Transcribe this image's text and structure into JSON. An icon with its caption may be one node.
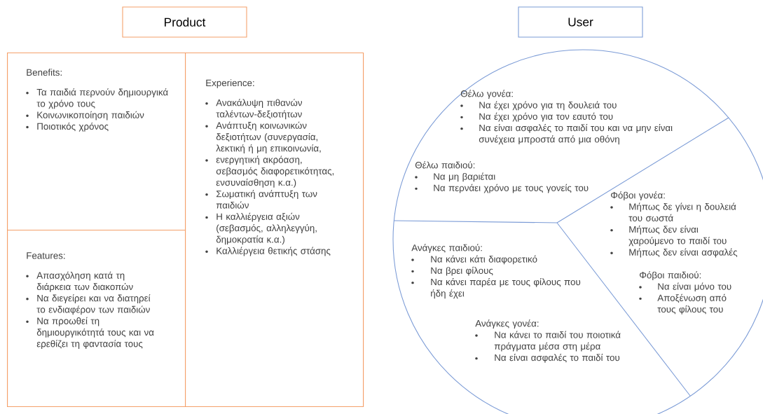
{
  "diagram": {
    "nodes": [
      {
        "text": [
          "Product"
        ]
      },
      {
        "text": [
          "User"
        ]
      },
      {
        "text": [],
        "shape": "box"
      },
      {
        "text": [
          "Benefits:",
          "Τα παιδιά περνούν δημιουργικά το χρόνο τους",
          "Κοινωνικοποίηση παιδιών",
          "Ποιοτικός χρόνος"
        ],
        "in": 2
      },
      {
        "text": [
          "Features:",
          "Απασχόληση κατά τη διάρκεια των διακοπών",
          "Να διεγείρει και να διατηρεί το ενδιαφέρον των παιδιών",
          "Να προωθεί τη δημιουργικότητά τους και να ερεθίζει τη φαντασία τους"
        ],
        "in": 2
      },
      {
        "text": [
          "Experience:",
          "Ανακάλυψη πιθανών ταλέντων-δεξιοτήτων",
          "Ανάπτυξη κοινωνικών δεξιοτήτων (συνεργασία, λεκτική ή μη επικοινωνία,",
          "ενεργητική ακρόαση, σεβασμός διαφορετικότητας, ενσυναίσθηση κ.α.)",
          "Σωματική ανάπτυξη των παιδιών",
          "Η καλλιέργεια αξιών (σεβασμός, αλληλεγγύη, δημοκρατία κ.α.)",
          "Καλλιέργεια θετικής στάσης"
        ],
        "in": 2
      },
      {
        "text": [
          "Θέλω γονέα:",
          "Να έχει χρόνο για τη δουλειά του",
          "Να έχει χρόνο για τον εαυτό του",
          "Να είναι ασφαλές το παιδί του και να μην είναι συνέχεια μπροστά από μια οθόνη",
          "Θέλω παιδιού:",
          "Να μη βαριέται",
          "Να περνάει χρόνο με τους γονείς του",
          "Φόβοι γονέα:",
          "Μήπως δε γίνει η δουλειά του σωστά",
          "Μήπως δεν είναι χαρούμενο το παιδί του",
          "Μήπως δεν είναι ασφαλές",
          "Ανάγκες παιδιού:",
          "Να κάνει κάτι διαφορετικό",
          "Να βρει φίλους",
          "Να κάνει παρέα με τους φίλους που ήδη έχει",
          "Φόβοι παιδιού:",
          "Να είναι μόνο του",
          "Αποξένωση από τους φίλους του",
          "Ανάγκες γονέα:",
          "Να κάνει το παιδί του  ποιοτικά πράγματα μέσα στη μέρα",
          "Να είναι ασφαλές το παιδί του"
        ]
      }
    ]
  }
}
